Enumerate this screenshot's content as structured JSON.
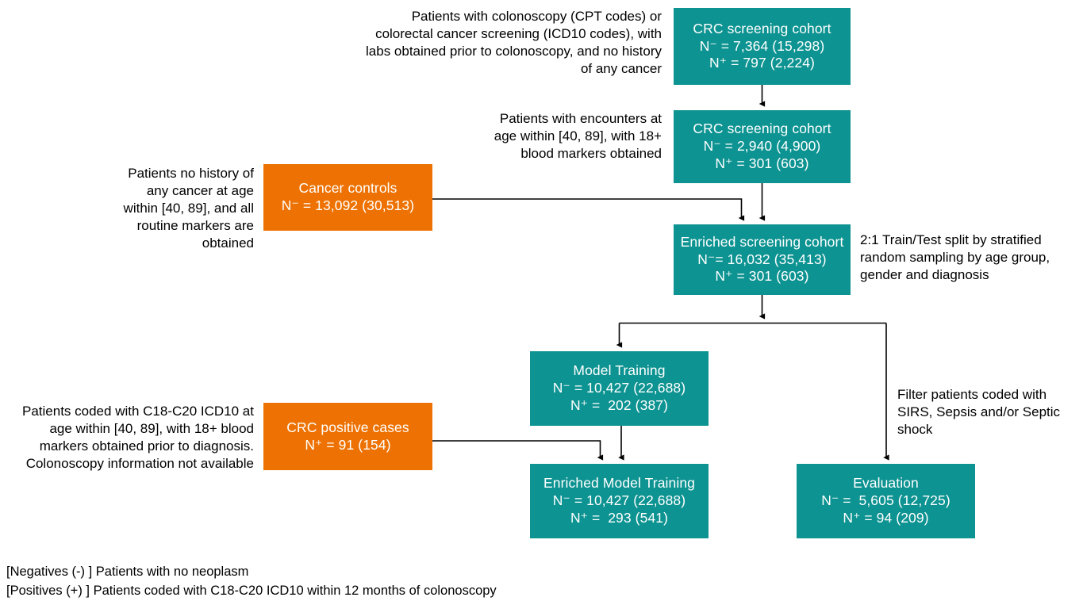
{
  "diagram": {
    "title": "CRC screening cohort construction flowchart",
    "colors": {
      "teal": "#0d9391",
      "orange": "#ed7203",
      "edge": "#000000",
      "text_on_fill": "#ffffff",
      "annotation_text": "#000000"
    },
    "nodes": [
      {
        "id": "crc-screening-cohort-1",
        "kind": "teal",
        "title": "CRC screening cohort",
        "stat_neg": "N⁻ = 7,364 (15,298)",
        "stat_pos": "N⁺ = 797 (2,224)"
      },
      {
        "id": "crc-screening-cohort-2",
        "kind": "teal",
        "title": "CRC screening cohort",
        "stat_neg": "N⁻ = 2,940 (4,900)",
        "stat_pos": "N⁺ = 301 (603)"
      },
      {
        "id": "cancer-controls",
        "kind": "orange",
        "title": "Cancer controls",
        "stat_neg": "N⁻ = 13,092 (30,513)",
        "stat_pos": ""
      },
      {
        "id": "enriched-screening-cohort",
        "kind": "teal",
        "title": "Enriched screening cohort",
        "stat_neg": "N⁻= 16,032 (35,413)",
        "stat_pos": "N⁺ = 301 (603)"
      },
      {
        "id": "model-training",
        "kind": "teal",
        "title": "Model Training",
        "stat_neg": "N⁻ = 10,427 (22,688)",
        "stat_pos": "N⁺ =  202 (387)"
      },
      {
        "id": "crc-positive-cases",
        "kind": "orange",
        "title": "CRC positive cases",
        "stat_neg": "",
        "stat_pos": "N⁺ = 91 (154)"
      },
      {
        "id": "enriched-model-training",
        "kind": "teal",
        "title": "Enriched Model Training",
        "stat_neg": "N⁻ = 10,427 (22,688)",
        "stat_pos": "N⁺ =  293 (541)"
      },
      {
        "id": "evaluation",
        "kind": "teal",
        "title": "Evaluation",
        "stat_neg": "N⁻ =  5,605 (12,725)",
        "stat_pos": "N⁺ = 94 (209)"
      }
    ],
    "annotations": {
      "cohort1_criteria": "Patients with colonoscopy (CPT codes) or colorectal cancer screening (ICD10 codes), with labs obtained prior to colonoscopy, and no history of any cancer",
      "cohort2_criteria": "Patients with encounters at age within [40, 89], with 18+ blood markers obtained",
      "cancer_controls_criteria": "Patients no history of any cancer at age within [40, 89], and all routine markers are obtained",
      "split_note": "2:1 Train/Test split by stratified random sampling by age group, gender and diagnosis",
      "crc_positive_criteria": "Patients coded with C18-C20 ICD10 at age within [40, 89], with 18+ blood markers obtained prior to diagnosis. Colonoscopy information not available",
      "evaluation_filter_note": "Filter patients coded with SIRS, Sepsis and/or Septic shock"
    },
    "legend": {
      "line1": "[Negatives (-) ] Patients with no neoplasm",
      "line2": "[Positives (+) ] Patients coded with C18-C20 ICD10 within 12 months of colonoscopy"
    }
  }
}
